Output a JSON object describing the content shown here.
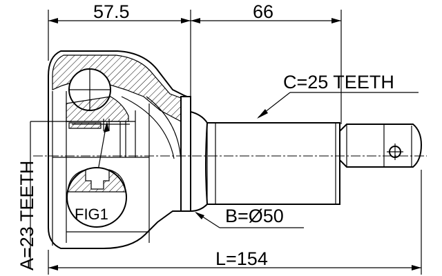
{
  "dimensions": {
    "width_left": "57.5",
    "width_right": "66",
    "spline_c": "C=25 TEETH",
    "spline_a": "A=23 TEETH",
    "diameter_b": "B=Ø50",
    "length_l": "L=154",
    "figure_ref": "FIG1"
  }
}
